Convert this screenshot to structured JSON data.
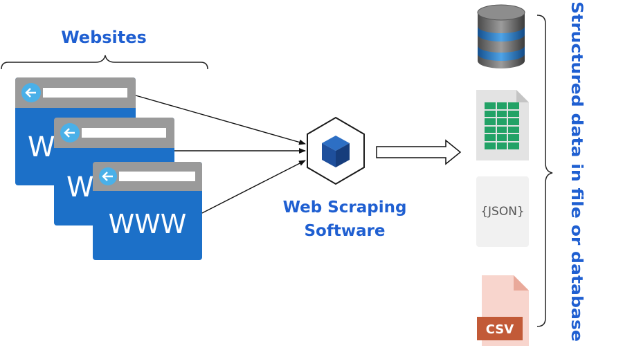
{
  "websites_label": "Websites",
  "browser_text": "WWW",
  "browser_text_partial": "W",
  "software_label_line1": "Web Scraping",
  "software_label_line2": "Software",
  "output_label": "Structured data in file or database",
  "json_label": "{JSON}",
  "csv_label": "CSV",
  "icons": [
    "back-arrow-icon",
    "cube-icon",
    "database-icon",
    "spreadsheet-icon",
    "json-file-icon",
    "csv-file-icon"
  ],
  "colors": {
    "label_blue": "#1f5fd1",
    "browser_blue": "#1c70c8",
    "browser_bar": "#9a9a9a",
    "back_button": "#4ab0e8",
    "cube_blue": "#1e4f9c",
    "sheet_green": "#22a266",
    "csv_orange": "#c25a37"
  }
}
